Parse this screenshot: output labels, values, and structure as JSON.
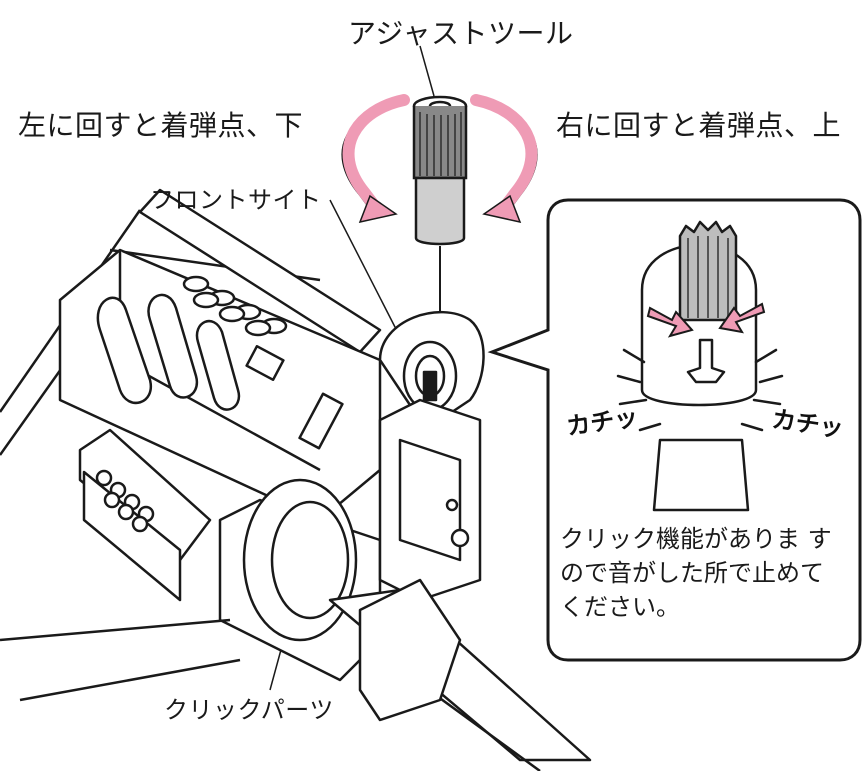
{
  "labels": {
    "adjust_tool": "アジャストツール",
    "turn_left": "左に回すと着弾点、下",
    "turn_right": "右に回すと着弾点、上",
    "front_sight": "フロントサイト",
    "click_parts": "クリックパーツ"
  },
  "callout": {
    "sound_left": "カチッ",
    "sound_right": "カチッ",
    "note_lines": [
      "クリック機能がありま す",
      "ので音がした所で止めて",
      "ください。"
    ]
  },
  "colors": {
    "arrow_pink": "#ef9bb5",
    "line": "#1a1a1a"
  }
}
